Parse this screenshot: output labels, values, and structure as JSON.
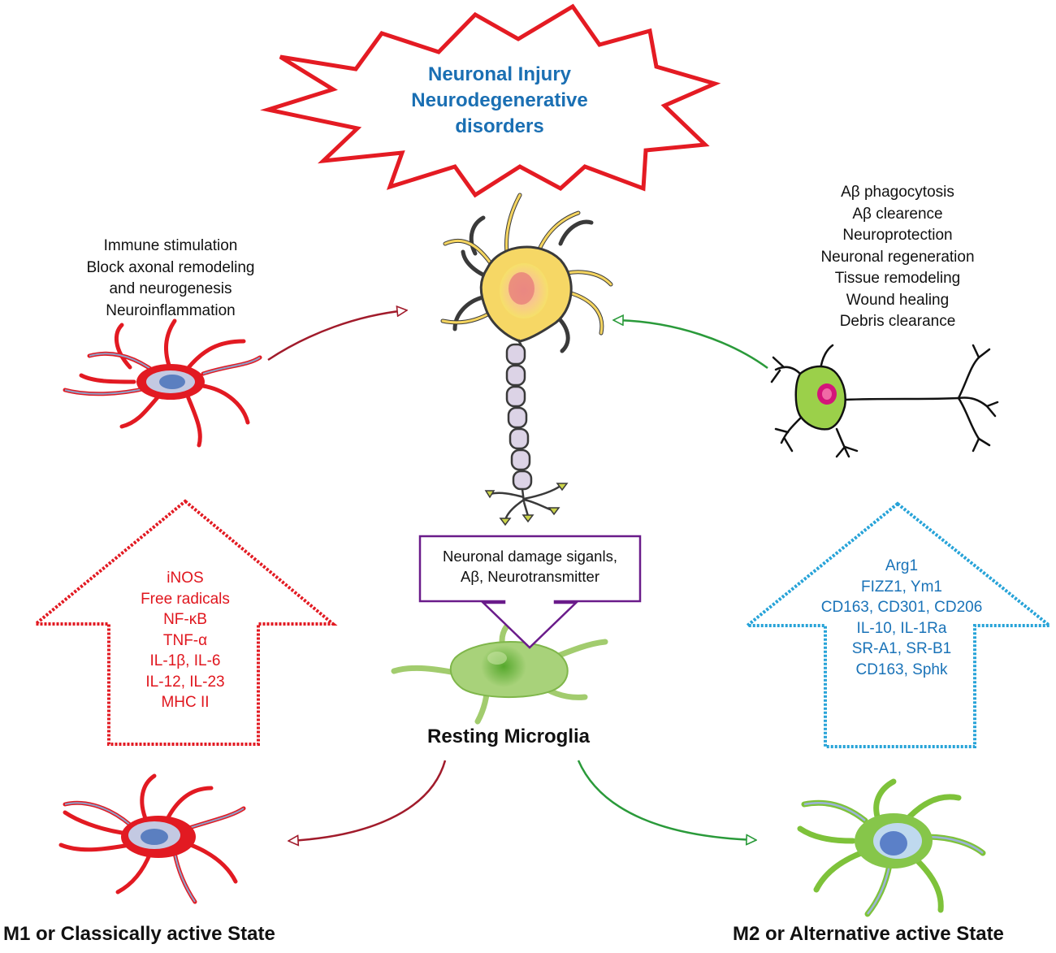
{
  "colors": {
    "burst_stroke": "#e41b23",
    "headline": "#1a6fb3",
    "m1_red": "#e0161e",
    "m2_blue": "#1a73b8",
    "signal_box": "#6a1b8a",
    "m1_arrow": "#a11b2b",
    "m2_arrow": "#2a9a3a"
  },
  "injury_burst": {
    "lines": [
      "Neuronal Injury",
      "Neurodegenerative",
      "disorders"
    ]
  },
  "m1_effects": {
    "lines": [
      "Immune stimulation",
      "Block axonal remodeling",
      "and neurogenesis",
      "Neuroinflammation"
    ]
  },
  "m2_effects": {
    "lines": [
      "Aβ phagocytosis",
      "Aβ clearence",
      "Neuroprotection",
      "Neuronal regeneration",
      "Tissue remodeling",
      "Wound healing",
      "Debris clearance"
    ]
  },
  "m1_markers": {
    "lines": [
      "iNOS",
      "Free radicals",
      "NF-κB",
      "TNF-α",
      "IL-1β, IL-6",
      "IL-12, IL-23",
      "MHC II"
    ]
  },
  "m2_markers": {
    "lines": [
      "Arg1",
      "FIZZ1, Ym1",
      "CD163, CD301, CD206",
      "IL-10, IL-1Ra",
      "SR-A1, SR-B1",
      "CD163, Sphk"
    ]
  },
  "signals": {
    "lines": [
      "Neuronal damage siganls,",
      "Aβ, Neurotransmitter"
    ]
  },
  "labels": {
    "resting": "Resting Microglia",
    "m1_state": "M1 or Classically active State",
    "m2_state": "M2 or Alternative active State"
  }
}
